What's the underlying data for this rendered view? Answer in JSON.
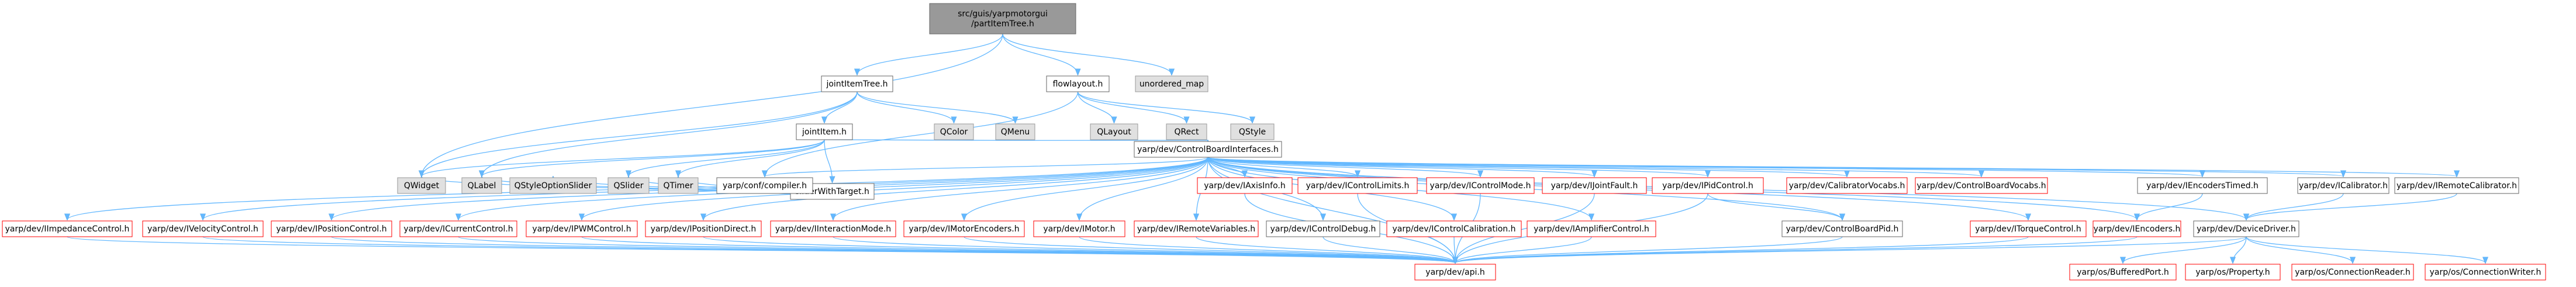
{
  "colors": {
    "edge": "#63B8FF",
    "edge_stroke": "#5BA8E6",
    "root_fill": "#999999",
    "root_stroke": "#666666",
    "internal_fill": "#FFFFFF",
    "internal_stroke": "#666666",
    "external_fill": "#E0E0E0",
    "external_stroke": "#999999",
    "red_stroke": "#FF0000",
    "text": "#000000"
  },
  "nodes": [
    {
      "id": "root",
      "lines": [
        "src/guis/yarpmotorgui",
        "/partItemTree.h"
      ],
      "style": "root"
    },
    {
      "id": "jointItemTree",
      "lines": [
        "jointItemTree.h"
      ],
      "style": "internal"
    },
    {
      "id": "flowlayout",
      "lines": [
        "flowlayout.h"
      ],
      "style": "internal"
    },
    {
      "id": "unordered_map",
      "lines": [
        "unordered_map"
      ],
      "style": "external"
    },
    {
      "id": "QColor",
      "lines": [
        "QColor"
      ],
      "style": "external"
    },
    {
      "id": "QMenu",
      "lines": [
        "QMenu"
      ],
      "style": "external"
    },
    {
      "id": "QLayout",
      "lines": [
        "QLayout"
      ],
      "style": "external"
    },
    {
      "id": "QRect",
      "lines": [
        "QRect"
      ],
      "style": "external"
    },
    {
      "id": "QStyle",
      "lines": [
        "QStyle"
      ],
      "style": "external"
    },
    {
      "id": "jointItem",
      "lines": [
        "jointItem.h"
      ],
      "style": "internal"
    },
    {
      "id": "sliderWithTarget",
      "lines": [
        "sliderWithTarget.h"
      ],
      "style": "internal"
    },
    {
      "id": "cbi",
      "lines": [
        "yarp/dev/ControlBoardInterfaces.h"
      ],
      "style": "internal"
    },
    {
      "id": "QWidget",
      "lines": [
        "QWidget"
      ],
      "style": "external"
    },
    {
      "id": "QLabel",
      "lines": [
        "QLabel"
      ],
      "style": "external"
    },
    {
      "id": "QStyleOptionSlider",
      "lines": [
        "QStyleOptionSlider"
      ],
      "style": "external"
    },
    {
      "id": "QSlider",
      "lines": [
        "QSlider"
      ],
      "style": "external"
    },
    {
      "id": "QTimer",
      "lines": [
        "QTimer"
      ],
      "style": "external"
    },
    {
      "id": "compiler",
      "lines": [
        "yarp/conf/compiler.h"
      ],
      "style": "internal"
    },
    {
      "id": "IAxisInfo",
      "lines": [
        "yarp/dev/IAxisInfo.h"
      ],
      "style": "red"
    },
    {
      "id": "IControlLimits",
      "lines": [
        "yarp/dev/IControlLimits.h"
      ],
      "style": "red"
    },
    {
      "id": "IControlMode",
      "lines": [
        "yarp/dev/IControlMode.h"
      ],
      "style": "red"
    },
    {
      "id": "IJointFault",
      "lines": [
        "yarp/dev/IJointFault.h"
      ],
      "style": "red"
    },
    {
      "id": "IPidControl",
      "lines": [
        "yarp/dev/IPidControl.h"
      ],
      "style": "red"
    },
    {
      "id": "CalibratorVocabs",
      "lines": [
        "yarp/dev/CalibratorVocabs.h"
      ],
      "style": "red"
    },
    {
      "id": "ControlBoardVocabs",
      "lines": [
        "yarp/dev/ControlBoardVocabs.h"
      ],
      "style": "red"
    },
    {
      "id": "IEncodersTimed",
      "lines": [
        "yarp/dev/IEncodersTimed.h"
      ],
      "style": "internal"
    },
    {
      "id": "ICalibrator",
      "lines": [
        "yarp/dev/ICalibrator.h"
      ],
      "style": "internal"
    },
    {
      "id": "IRemoteCalibrator",
      "lines": [
        "yarp/dev/IRemoteCalibrator.h"
      ],
      "style": "internal"
    },
    {
      "id": "IControlDebug",
      "lines": [
        "yarp/dev/IControlDebug.h"
      ],
      "style": "internal"
    },
    {
      "id": "IControlCalibration",
      "lines": [
        "yarp/dev/IControlCalibration.h"
      ],
      "style": "red"
    },
    {
      "id": "IAmplifierControl",
      "lines": [
        "yarp/dev/IAmplifierControl.h"
      ],
      "style": "red"
    },
    {
      "id": "ControlBoardPid",
      "lines": [
        "yarp/dev/ControlBoardPid.h"
      ],
      "style": "internal"
    },
    {
      "id": "ITorqueControl",
      "lines": [
        "yarp/dev/ITorqueControl.h"
      ],
      "style": "red"
    },
    {
      "id": "IEncoders",
      "lines": [
        "yarp/dev/IEncoders.h"
      ],
      "style": "red"
    },
    {
      "id": "DeviceDriver",
      "lines": [
        "yarp/dev/DeviceDriver.h"
      ],
      "style": "internal"
    },
    {
      "id": "IImpedanceControl",
      "lines": [
        "yarp/dev/IImpedanceControl.h"
      ],
      "style": "red"
    },
    {
      "id": "IVelocityControl",
      "lines": [
        "yarp/dev/IVelocityControl.h"
      ],
      "style": "red"
    },
    {
      "id": "IPositionControl",
      "lines": [
        "yarp/dev/IPositionControl.h"
      ],
      "style": "red"
    },
    {
      "id": "ICurrentControl",
      "lines": [
        "yarp/dev/ICurrentControl.h"
      ],
      "style": "red"
    },
    {
      "id": "IPWMControl",
      "lines": [
        "yarp/dev/IPWMControl.h"
      ],
      "style": "red"
    },
    {
      "id": "IPositionDirect",
      "lines": [
        "yarp/dev/IPositionDirect.h"
      ],
      "style": "red"
    },
    {
      "id": "IInteractionMode",
      "lines": [
        "yarp/dev/IInteractionMode.h"
      ],
      "style": "red"
    },
    {
      "id": "IMotorEncoders",
      "lines": [
        "yarp/dev/IMotorEncoders.h"
      ],
      "style": "red"
    },
    {
      "id": "IMotor",
      "lines": [
        "yarp/dev/IMotor.h"
      ],
      "style": "red"
    },
    {
      "id": "IRemoteVariables",
      "lines": [
        "yarp/dev/IRemoteVariables.h"
      ],
      "style": "red"
    },
    {
      "id": "api",
      "lines": [
        "yarp/dev/api.h"
      ],
      "style": "red"
    },
    {
      "id": "BufferedPort",
      "lines": [
        "yarp/os/BufferedPort.h"
      ],
      "style": "red"
    },
    {
      "id": "Property",
      "lines": [
        "yarp/os/Property.h"
      ],
      "style": "red"
    },
    {
      "id": "ConnectionReader",
      "lines": [
        "yarp/os/ConnectionReader.h"
      ],
      "style": "red"
    },
    {
      "id": "ConnectionWriter",
      "lines": [
        "yarp/os/ConnectionWriter.h"
      ],
      "style": "red"
    }
  ],
  "edges": [
    [
      "root",
      "jointItemTree"
    ],
    [
      "root",
      "flowlayout"
    ],
    [
      "root",
      "unordered_map"
    ],
    [
      "root",
      "QWidget"
    ],
    [
      "jointItemTree",
      "QColor"
    ],
    [
      "jointItemTree",
      "QMenu"
    ],
    [
      "jointItemTree",
      "jointItem"
    ],
    [
      "jointItemTree",
      "QWidget"
    ],
    [
      "jointItemTree",
      "QLabel"
    ],
    [
      "flowlayout",
      "QLayout"
    ],
    [
      "flowlayout",
      "QRect"
    ],
    [
      "flowlayout",
      "QStyle"
    ],
    [
      "flowlayout",
      "compiler"
    ],
    [
      "jointItem",
      "sliderWithTarget"
    ],
    [
      "jointItem",
      "cbi"
    ],
    [
      "jointItem",
      "QWidget"
    ],
    [
      "jointItem",
      "QLabel"
    ],
    [
      "jointItem",
      "QSlider"
    ],
    [
      "jointItem",
      "QTimer"
    ],
    [
      "sliderWithTarget",
      "QWidget"
    ],
    [
      "sliderWithTarget",
      "QLabel"
    ],
    [
      "sliderWithTarget",
      "QStyleOptionSlider"
    ],
    [
      "sliderWithTarget",
      "QSlider"
    ],
    [
      "sliderWithTarget",
      "QTimer"
    ],
    [
      "cbi",
      "compiler"
    ],
    [
      "cbi",
      "IAxisInfo"
    ],
    [
      "cbi",
      "IControlLimits"
    ],
    [
      "cbi",
      "IControlMode"
    ],
    [
      "cbi",
      "IJointFault"
    ],
    [
      "cbi",
      "IPidControl"
    ],
    [
      "cbi",
      "CalibratorVocabs"
    ],
    [
      "cbi",
      "ControlBoardVocabs"
    ],
    [
      "cbi",
      "IEncodersTimed"
    ],
    [
      "cbi",
      "ICalibrator"
    ],
    [
      "cbi",
      "IRemoteCalibrator"
    ],
    [
      "cbi",
      "IImpedanceControl"
    ],
    [
      "cbi",
      "IVelocityControl"
    ],
    [
      "cbi",
      "IPositionControl"
    ],
    [
      "cbi",
      "ICurrentControl"
    ],
    [
      "cbi",
      "IPWMControl"
    ],
    [
      "cbi",
      "IPositionDirect"
    ],
    [
      "cbi",
      "IInteractionMode"
    ],
    [
      "cbi",
      "IMotorEncoders"
    ],
    [
      "cbi",
      "IMotor"
    ],
    [
      "cbi",
      "IRemoteVariables"
    ],
    [
      "cbi",
      "IControlDebug"
    ],
    [
      "cbi",
      "IControlCalibration"
    ],
    [
      "cbi",
      "IAmplifierControl"
    ],
    [
      "cbi",
      "ControlBoardPid"
    ],
    [
      "cbi",
      "ITorqueControl"
    ],
    [
      "cbi",
      "IEncoders"
    ],
    [
      "cbi",
      "DeviceDriver"
    ],
    [
      "cbi",
      "api"
    ],
    [
      "IAxisInfo",
      "api"
    ],
    [
      "IControlLimits",
      "api"
    ],
    [
      "IControlMode",
      "api"
    ],
    [
      "IJointFault",
      "api"
    ],
    [
      "IPidControl",
      "api"
    ],
    [
      "IPidControl",
      "ControlBoardPid"
    ],
    [
      "IEncodersTimed",
      "IEncoders"
    ],
    [
      "ICalibrator",
      "DeviceDriver"
    ],
    [
      "IRemoteCalibrator",
      "DeviceDriver"
    ],
    [
      "IControlDebug",
      "api"
    ],
    [
      "IControlCalibration",
      "api"
    ],
    [
      "IAmplifierControl",
      "api"
    ],
    [
      "ControlBoardPid",
      "api"
    ],
    [
      "ITorqueControl",
      "api"
    ],
    [
      "IEncoders",
      "api"
    ],
    [
      "DeviceDriver",
      "api"
    ],
    [
      "DeviceDriver",
      "BufferedPort"
    ],
    [
      "DeviceDriver",
      "Property"
    ],
    [
      "DeviceDriver",
      "ConnectionReader"
    ],
    [
      "DeviceDriver",
      "ConnectionWriter"
    ],
    [
      "IImpedanceControl",
      "api"
    ],
    [
      "IVelocityControl",
      "api"
    ],
    [
      "IPositionControl",
      "api"
    ],
    [
      "ICurrentControl",
      "api"
    ],
    [
      "IPWMControl",
      "api"
    ],
    [
      "IPositionDirect",
      "api"
    ],
    [
      "IInteractionMode",
      "api"
    ],
    [
      "IMotorEncoders",
      "api"
    ],
    [
      "IMotor",
      "api"
    ],
    [
      "IRemoteVariables",
      "api"
    ]
  ]
}
